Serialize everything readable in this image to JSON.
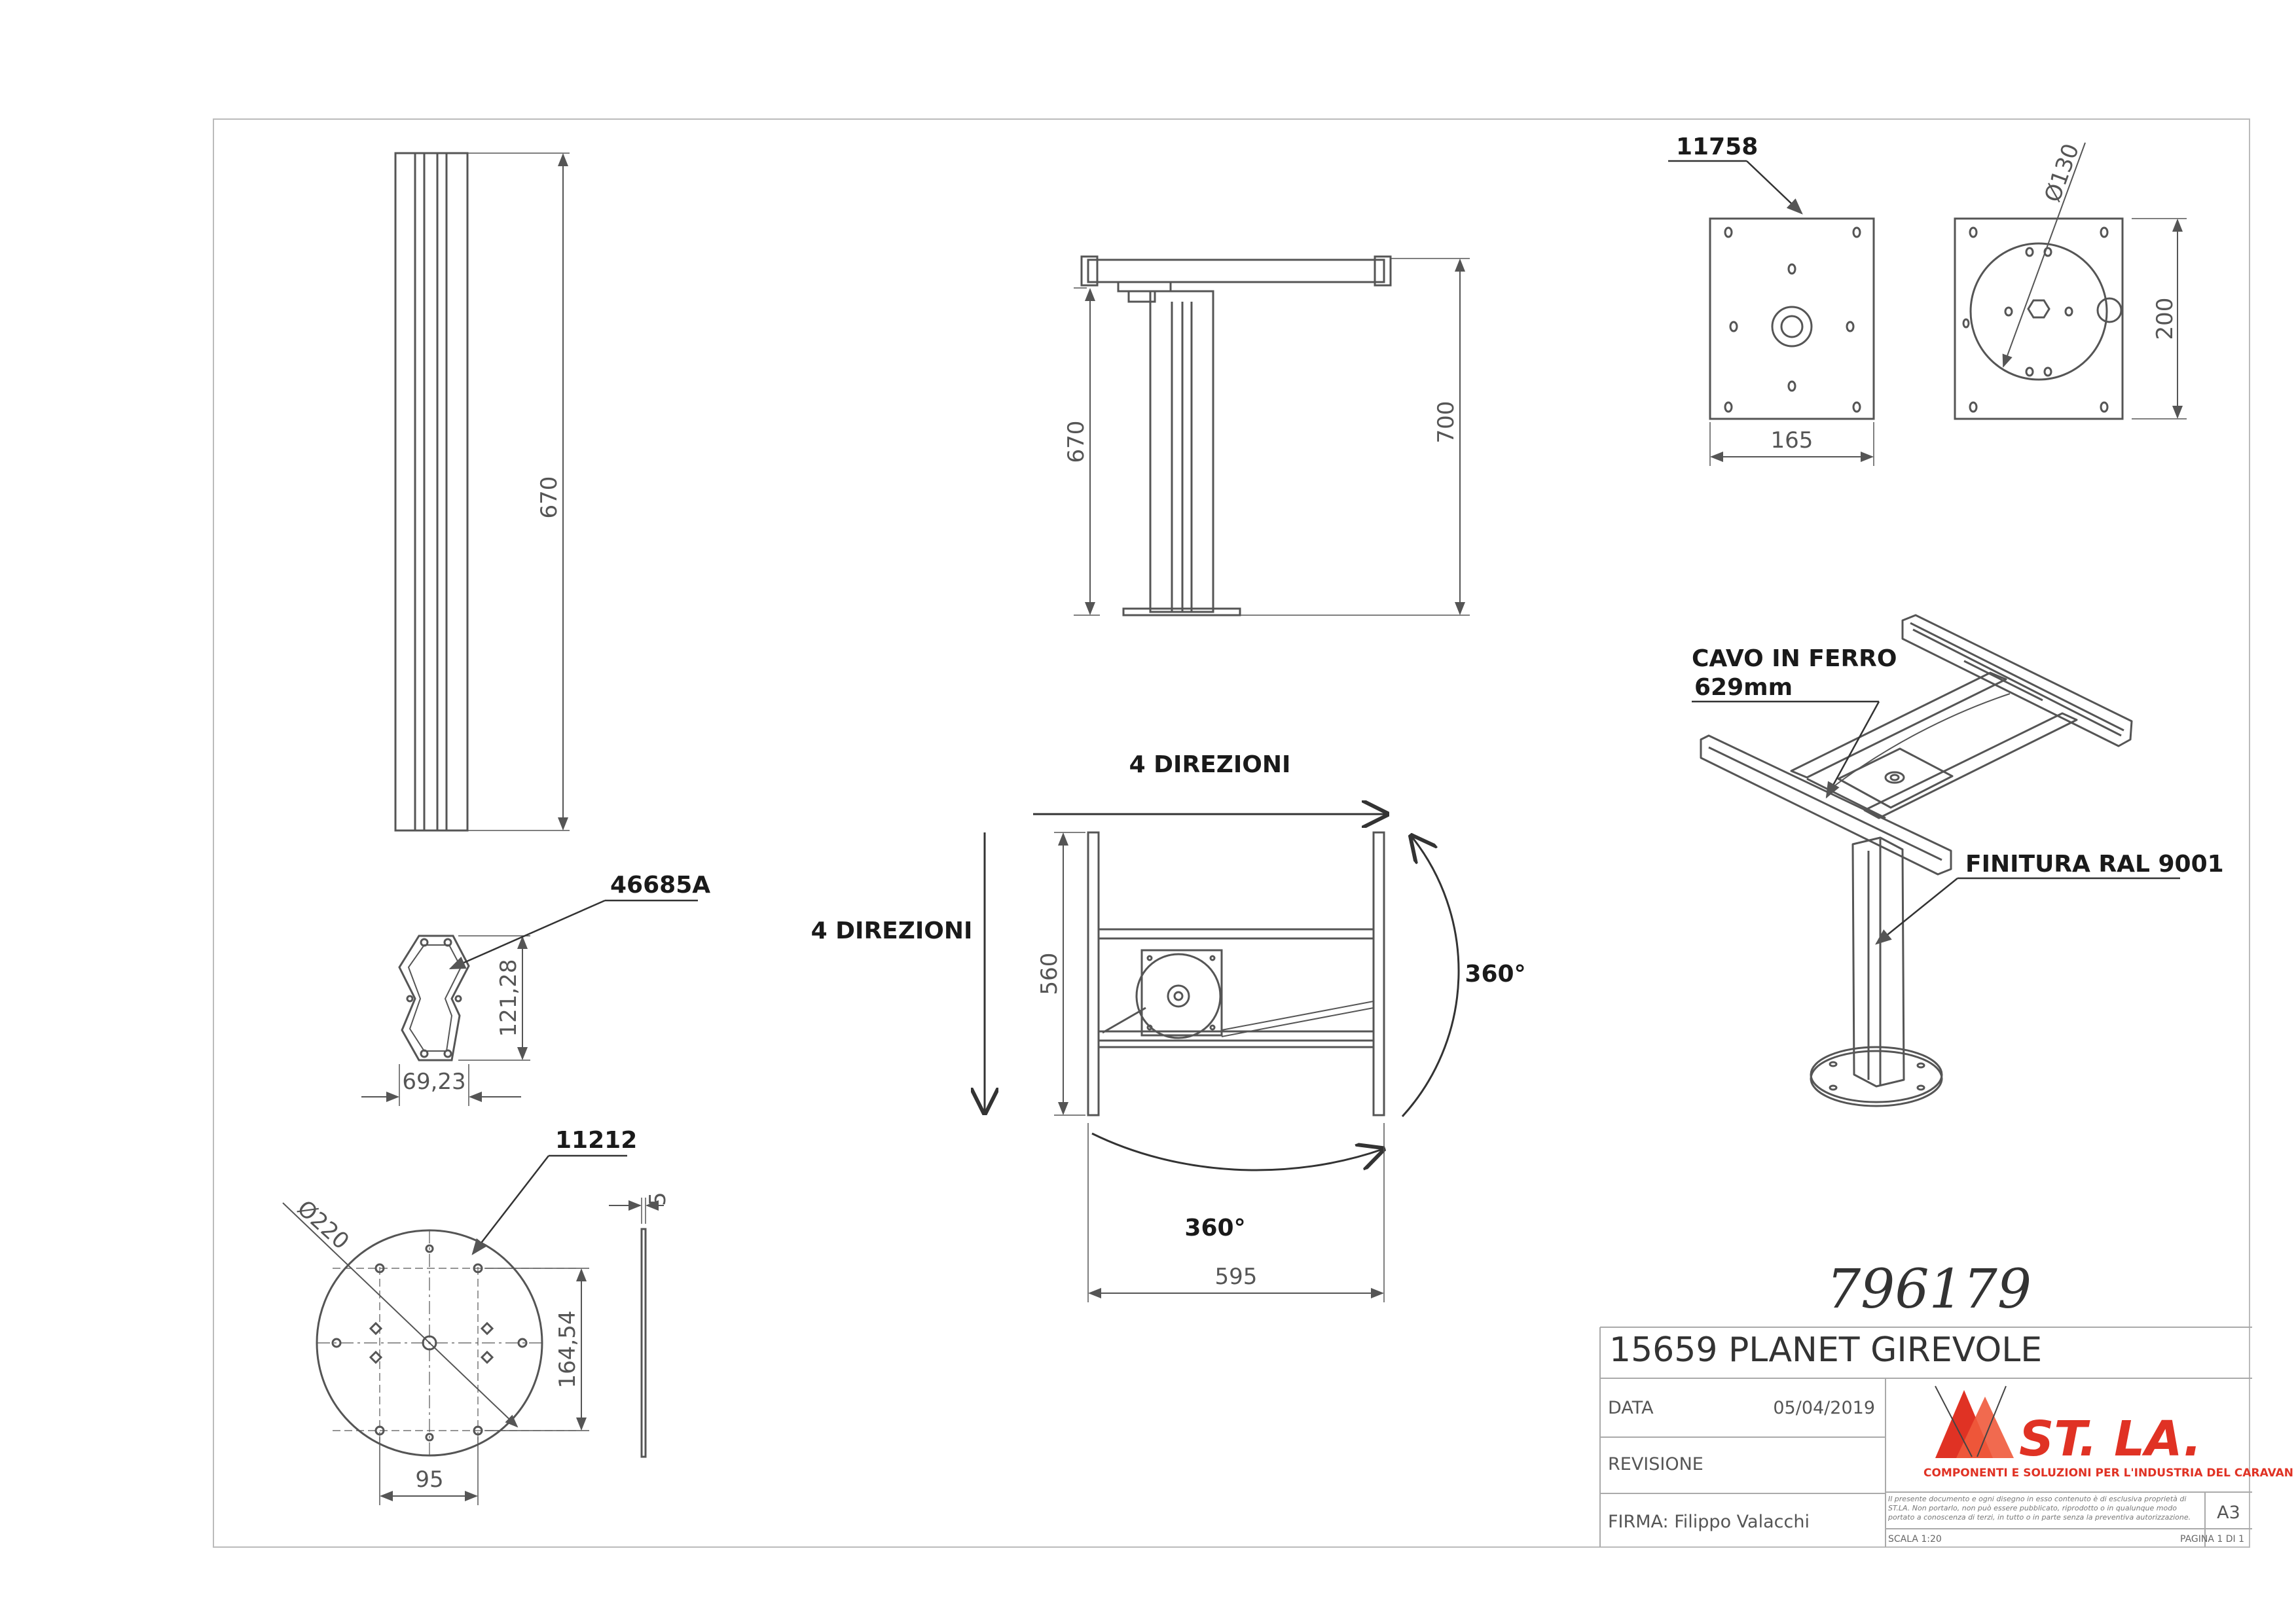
{
  "drawing": {
    "title": "15659 PLANET GIREVOLE",
    "handwritten_code": "796179",
    "format": "A3",
    "scale": "SCALA 1:20",
    "page": "PAGINA 1 DI 1",
    "date_label": "DATA",
    "date_value": "05/04/2019",
    "revision_label": "REVISIONE",
    "signature_label": "FIRMA: Filippo Valacchi",
    "disclaimer_lines": [
      "Il presente documento e ogni disegno in esso contenuto è di esclusiva proprietà di",
      "ST.LA. Non portarlo, non può essere pubblicato, riprodotto o in qualunque modo",
      "portato a conoscenza di terzi, in tutto o in parte senza la preventiva autorizzazione."
    ]
  },
  "logo": {
    "name": "ST. LA.",
    "tagline": "COMPONENTI E SOLUZIONI PER L'INDUSTRIA DEL CARAVAN",
    "color": "#e03224"
  },
  "callouts": {
    "top_plate": "11758",
    "profile_section": "46685A",
    "base_plate": "11212",
    "cable": "CAVO IN FERRO",
    "cable_length": "629mm",
    "finish": "FINITURA RAL 9001",
    "dir_horizontal": "4 DIREZIONI",
    "dir_vertical": "4 DIREZIONI",
    "rotation_right": "360°",
    "rotation_bottom": "360°"
  },
  "dimensions": {
    "leg_height": "670",
    "front_leg_height": "670",
    "front_total_height": "700",
    "plate_diameter": "Ø130",
    "plate_width": "165",
    "plate_height": "200",
    "section_height": "121,28",
    "section_width": "69,23",
    "base_diameter": "Ø220",
    "base_thickness": "5",
    "base_hole_y": "164,54",
    "base_hole_x": "95",
    "top_depth": "560",
    "top_width": "595"
  },
  "colors": {
    "line": "#555555",
    "callout": "#1a1a1a",
    "accent": "#e03224"
  }
}
